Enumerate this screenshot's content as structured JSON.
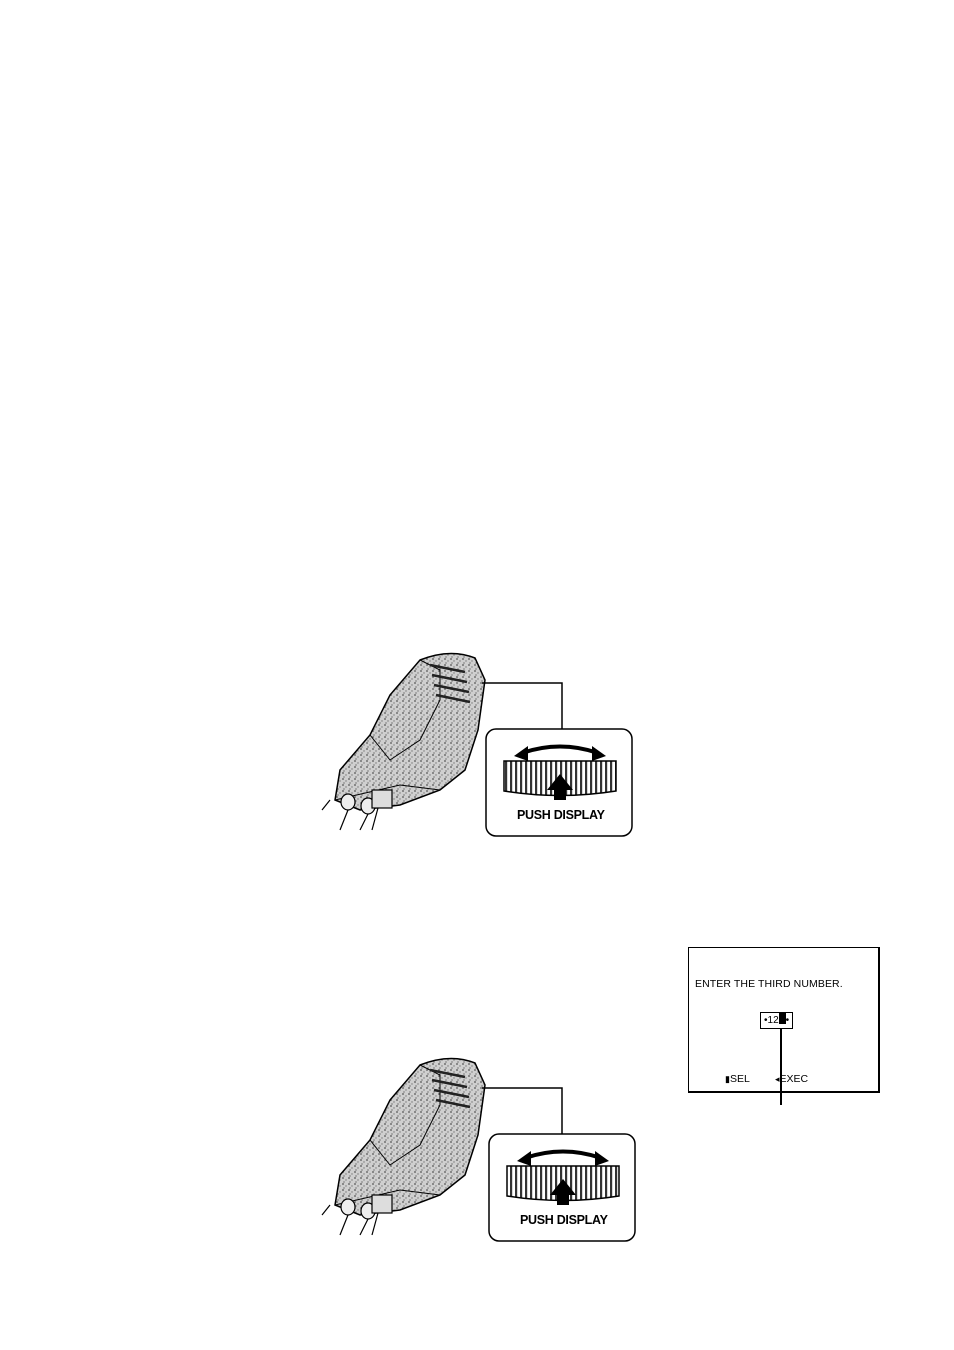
{
  "illustrations": [
    {
      "dial_label": "PUSH DISPLAY"
    },
    {
      "dial_label": "PUSH DISPLAY"
    }
  ],
  "screen": {
    "message": "ENTER THE THIRD NUMBER.",
    "code_prefix": "•12",
    "code_suffix": "•",
    "sel_icon": "▮",
    "sel_label": "SEL",
    "exec_icon": "◂",
    "exec_label": "EXEC"
  }
}
